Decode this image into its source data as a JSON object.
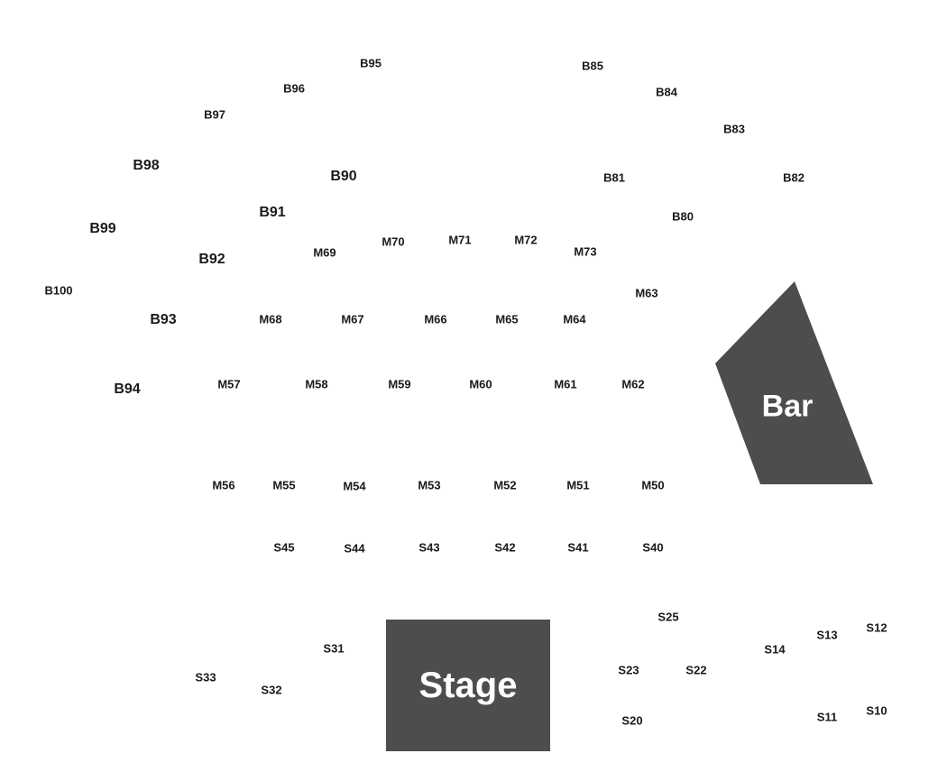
{
  "venue": {
    "stage_label": "Stage",
    "bar_label": "Bar",
    "colors": {
      "area_fill": "#4d4d4d",
      "area_text": "#ffffff",
      "label_text": "#1a1a1a",
      "background": "#ffffff"
    }
  },
  "tables": [
    "B95",
    "B85",
    "B96",
    "B84",
    "B97",
    "B83",
    "B98",
    "B90",
    "B81",
    "B82",
    "B91",
    "B80",
    "B99",
    "M70",
    "M71",
    "M72",
    "M69",
    "M73",
    "B92",
    "B100",
    "M63",
    "B93",
    "M68",
    "M67",
    "M66",
    "M65",
    "M64",
    "M57",
    "M58",
    "M59",
    "M60",
    "M61",
    "M62",
    "B94",
    "M56",
    "M55",
    "M54",
    "M53",
    "M52",
    "M51",
    "M50",
    "S45",
    "S44",
    "S43",
    "S42",
    "S41",
    "S40",
    "S25",
    "S12",
    "S13",
    "S31",
    "S14",
    "S33",
    "S23",
    "S22",
    "S32",
    "S20",
    "S11",
    "S10"
  ]
}
